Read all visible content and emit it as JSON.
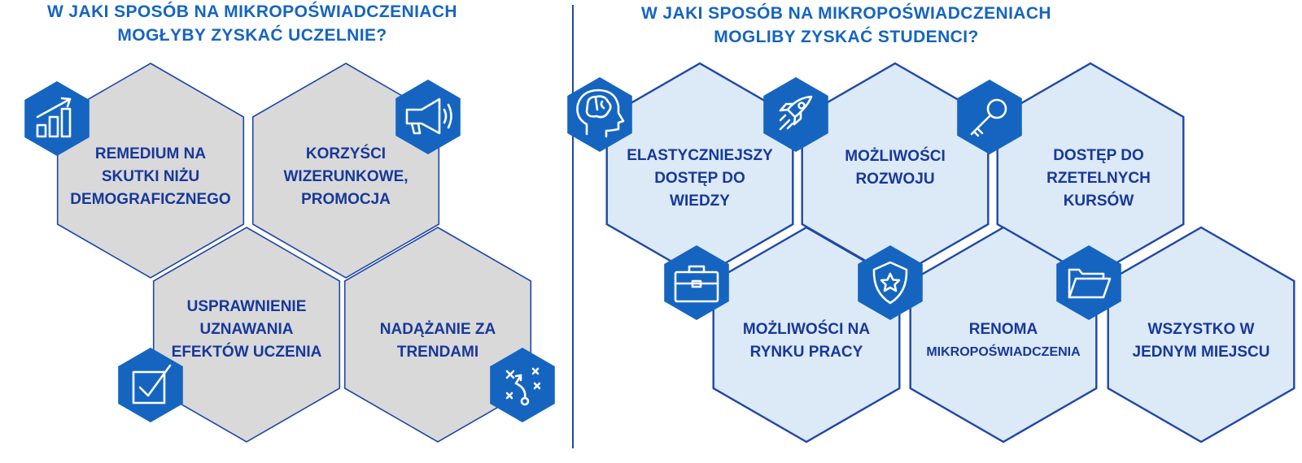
{
  "left_section": {
    "title_lines": [
      "W JAKI SPOSÓB NA MIKROPOŚWIADCZENIACH",
      "MOGŁYBY ZYSKAĆ UCZELNIE?"
    ],
    "hexes": [
      {
        "lines": [
          "REMEDIUM NA",
          "SKUTKI NIŻU",
          "DEMOGRAFICZNEGO"
        ],
        "icon": "growth-chart-icon"
      },
      {
        "lines": [
          "KORZYŚCI",
          "WIZERUNKOWE,",
          "PROMOCJA"
        ],
        "icon": "megaphone-icon"
      },
      {
        "lines": [
          "USPRAWNIENIE",
          "UZNAWANIA",
          "EFEKTÓW UCZENIA"
        ],
        "icon": "checkbox-icon"
      },
      {
        "lines": [
          "NADĄŻANIE ZA",
          "TRENDAMI"
        ],
        "icon": "strategy-icon"
      }
    ]
  },
  "right_section": {
    "title_lines": [
      "W JAKI SPOSÓB NA MIKROPOŚWIADCZENIACH",
      "MOGLIBY ZYSKAĆ STUDENCI?"
    ],
    "hexes": [
      {
        "lines": [
          "ELASTYCZNIEJSZY",
          "DOSTĘP DO",
          "WIEDZY"
        ],
        "icon": "brain-head-icon"
      },
      {
        "lines": [
          "MOŻLIWOŚCI",
          "ROZWOJU"
        ],
        "icon": "rocket-icon"
      },
      {
        "lines": [
          "DOSTĘP DO",
          "RZETELNYCH",
          "KURSÓW"
        ],
        "icon": "key-icon"
      },
      {
        "lines": [
          "MOŻLIWOŚCI NA",
          "RYNKU PRACY"
        ],
        "icon": "briefcase-icon"
      },
      {
        "lines": [
          "RENOMA",
          "MIKROPOŚWIADCZENIA"
        ],
        "icon": "shield-star-icon"
      },
      {
        "lines": [
          "WSZYSTKO W",
          "JEDNYM MIEJSCU"
        ],
        "icon": "folder-icon"
      }
    ]
  },
  "colors": {
    "title": "#1565C0",
    "label": "#17389A",
    "border": "#1E47A6",
    "left_fill": "#D9D9D9",
    "right_fill": "#DCE9F7",
    "badge": "#1565C0"
  }
}
